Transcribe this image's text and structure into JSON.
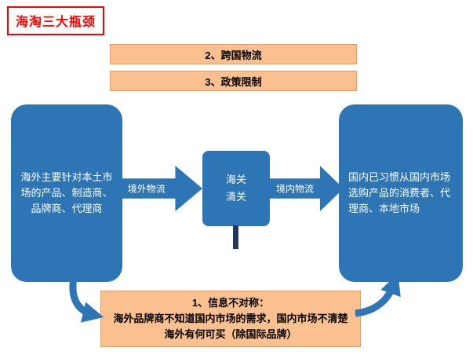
{
  "title": "海淘三大瓶颈",
  "banners": {
    "cross_border_logistics": "2、跨国物流",
    "policy_restrictions": "3、政策限制"
  },
  "flow": {
    "left_box": "海外主要针对本土市场的产品、制造商、品牌商、代理商",
    "outbound_arrow_label": "境外物流",
    "center_box": "海关清关",
    "inbound_arrow_label": "境内物流",
    "right_box": "国内已习惯从国内市场选购产品的消费者、代理商、本地市场"
  },
  "note": {
    "title": "1、信息不对称：",
    "body": "海外品牌商不知道国内市场的需求，国内市场不清楚海外有何可买（除国际品牌）"
  },
  "colors": {
    "blue": "#2E75B6",
    "orange_fill": "#FAC090",
    "orange_border": "#ED9C58",
    "red": "#FF0000",
    "dark": "#1F3864"
  }
}
